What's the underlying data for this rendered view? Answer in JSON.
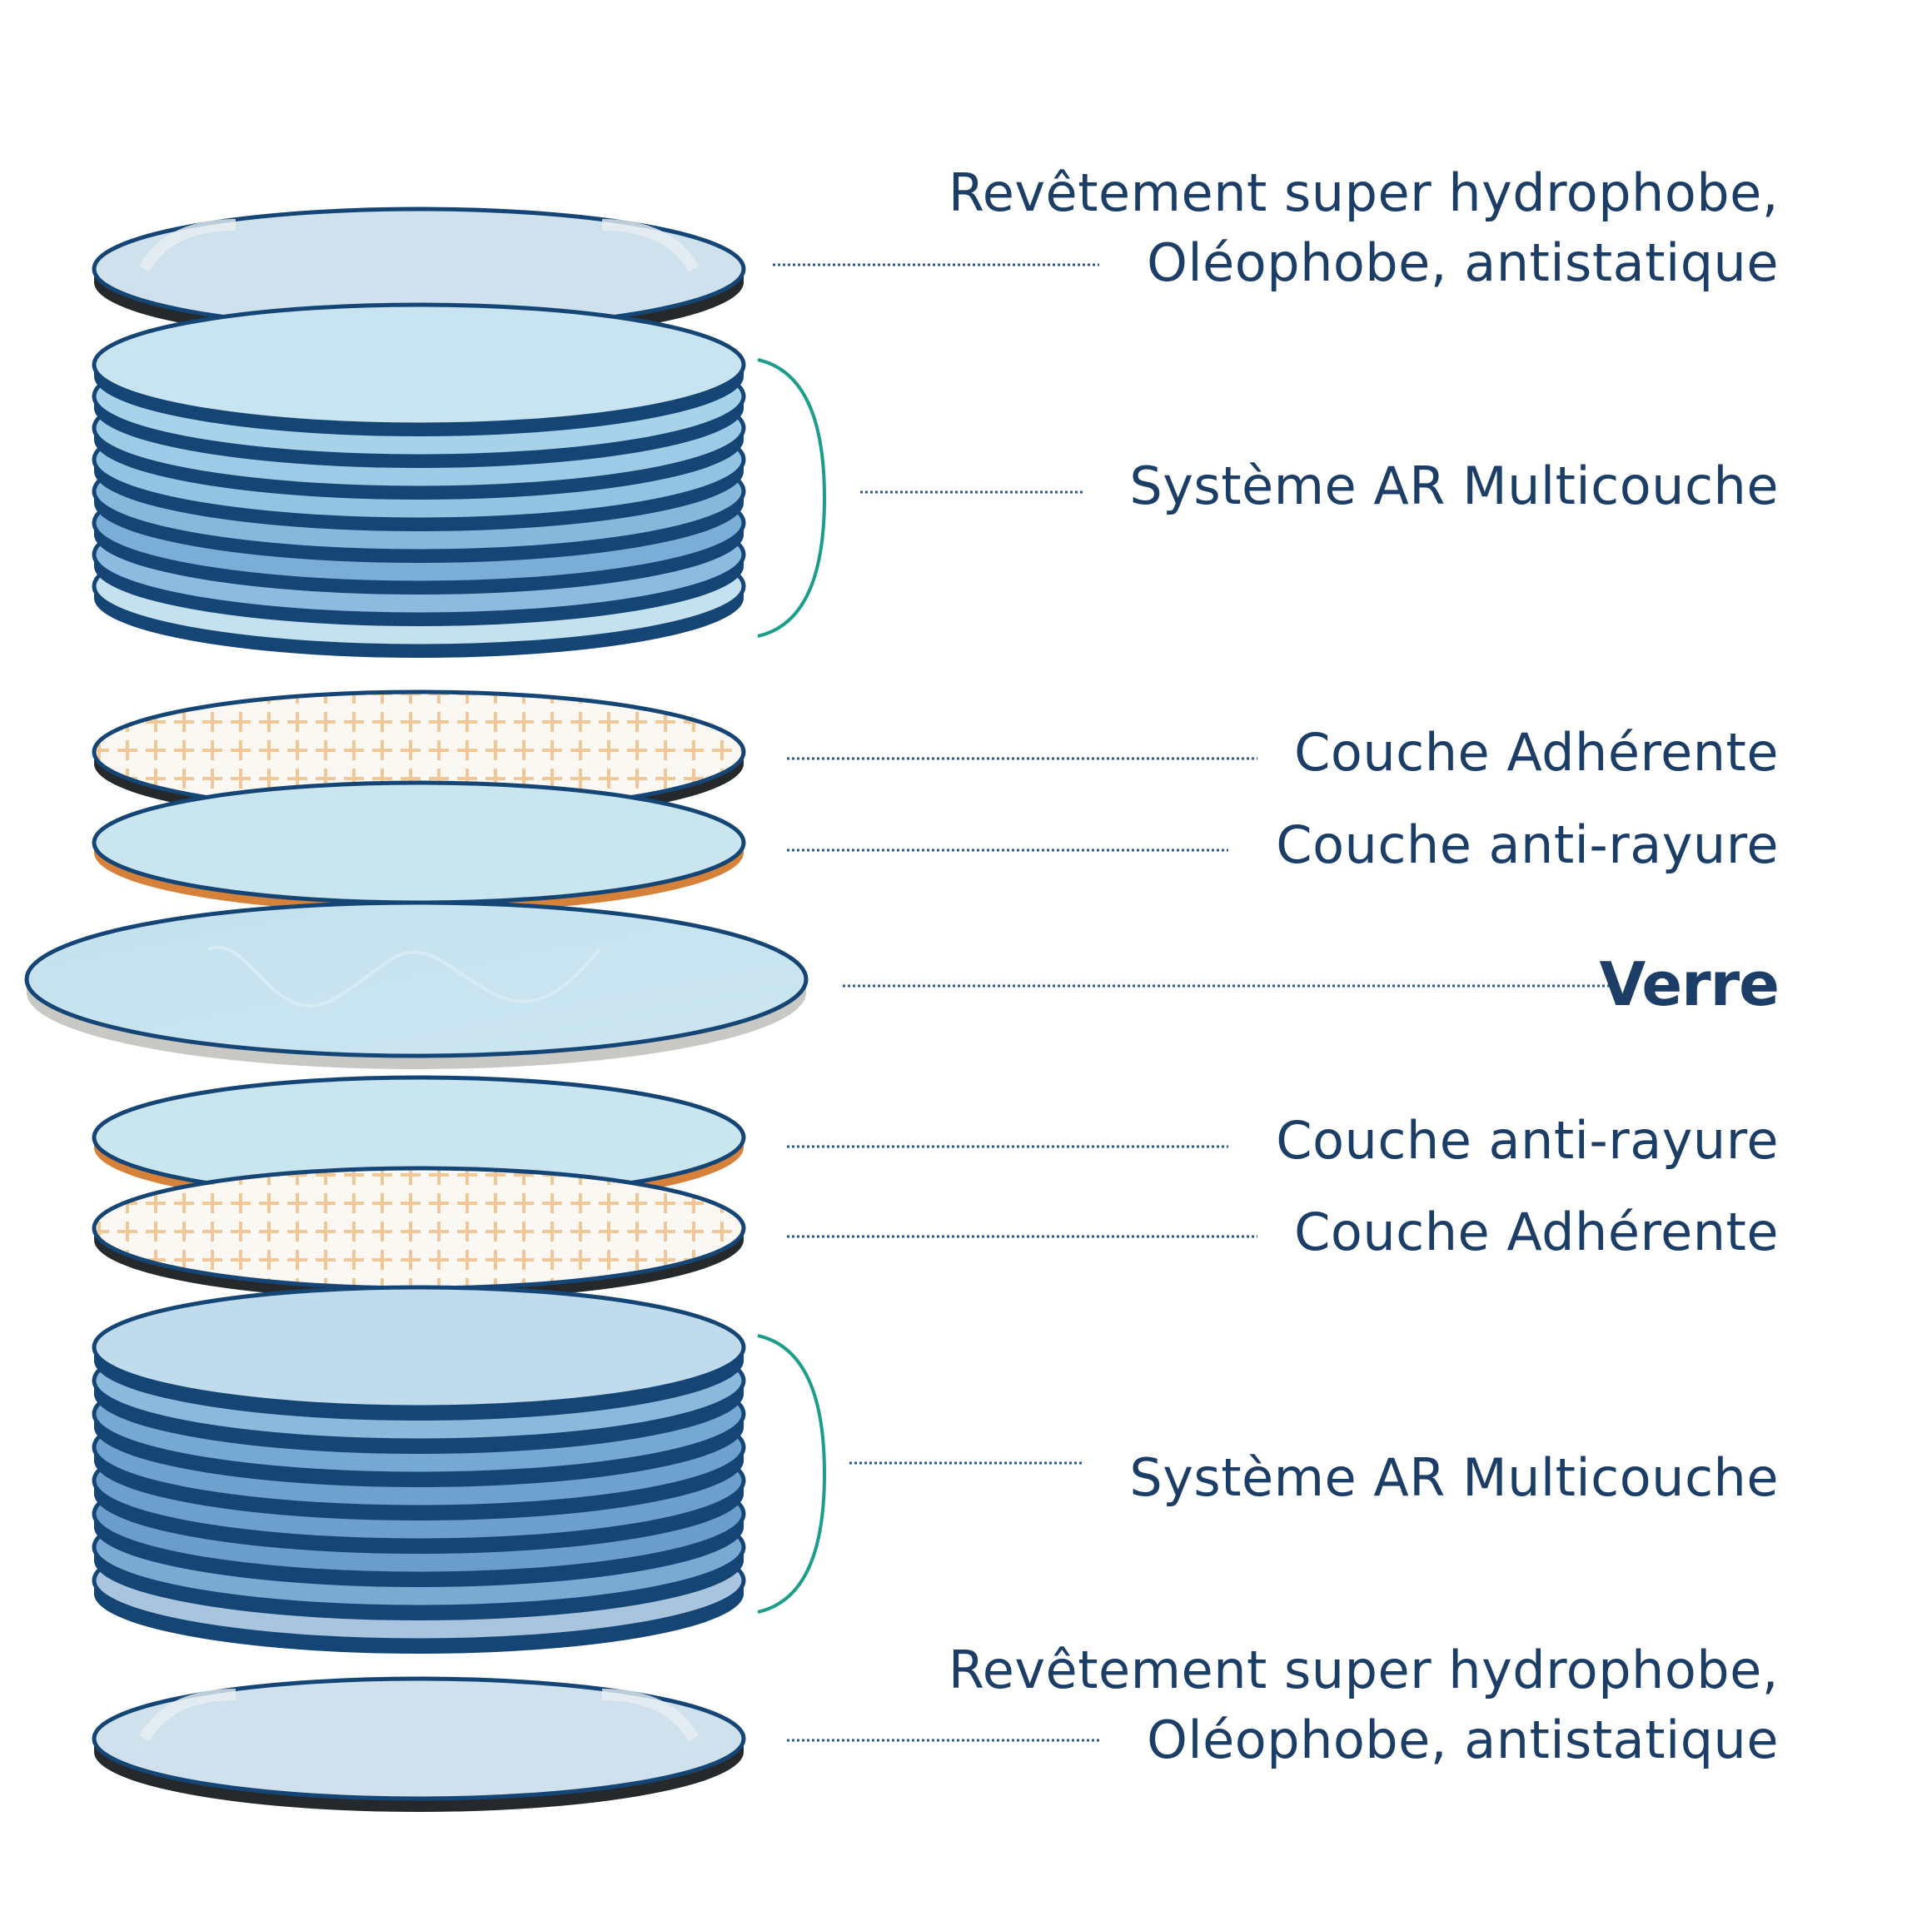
{
  "colors": {
    "text": "#1b3d66",
    "ring_navy": "#154575",
    "bracket_teal": "#1a9e8a",
    "dotted_leader": "#2a5a93",
    "scratch_orange": "#d6813a",
    "adherent_pattern": "#f0c898",
    "glass_fill": "#c6e3ef",
    "glass_edge": "#c8c8c4",
    "coating_edge_dark": "#26292b"
  },
  "layers": [
    {
      "id": "top-hydrophobic",
      "label_lines": [
        "Revêtement super hydrophobe,",
        "Oléophobe, antistatique"
      ]
    },
    {
      "id": "top-ar",
      "label_lines": [
        "Système AR Multicouche"
      ]
    },
    {
      "id": "top-adherent",
      "label_lines": [
        "Couche Adhérente"
      ]
    },
    {
      "id": "top-antiscratch",
      "label_lines": [
        "Couche anti-rayure"
      ]
    },
    {
      "id": "glass",
      "label_lines": [
        "Verre"
      ]
    },
    {
      "id": "bottom-antiscratch",
      "label_lines": [
        "Couche anti-rayure"
      ]
    },
    {
      "id": "bottom-adherent",
      "label_lines": [
        "Couche Adhérente"
      ]
    },
    {
      "id": "bottom-ar",
      "label_lines": [
        "Système AR Multicouche"
      ]
    },
    {
      "id": "bottom-hydrophobic",
      "label_lines": [
        "Revêtement super hydrophobe,",
        "Oléophobe, antistatique"
      ]
    }
  ]
}
